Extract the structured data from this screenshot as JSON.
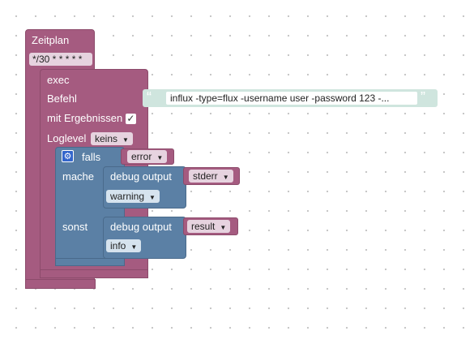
{
  "schedule_block": {
    "title": "Zeitplan",
    "cron": "*/30 * * * * *"
  },
  "exec_block": {
    "title": "exec",
    "command_label": "Befehl",
    "command_value": "influx -type=flux -username user -password 123 -...",
    "results_label": "mit Ergebnissen",
    "results_checked": "✓",
    "loglevel_label": "Loglevel",
    "loglevel_value": "keins"
  },
  "if_block": {
    "if_label": "falls",
    "condition_value": "error",
    "then_label": "mache",
    "else_label": "sonst"
  },
  "debug_then": {
    "label": "debug output",
    "value": "stderr",
    "level": "warning"
  },
  "debug_else": {
    "label": "debug output",
    "value": "result",
    "level": "info"
  },
  "colors": {
    "event_block": "#a55b80",
    "logic_block": "#5b80a5",
    "text_block": "#cfe5de"
  }
}
